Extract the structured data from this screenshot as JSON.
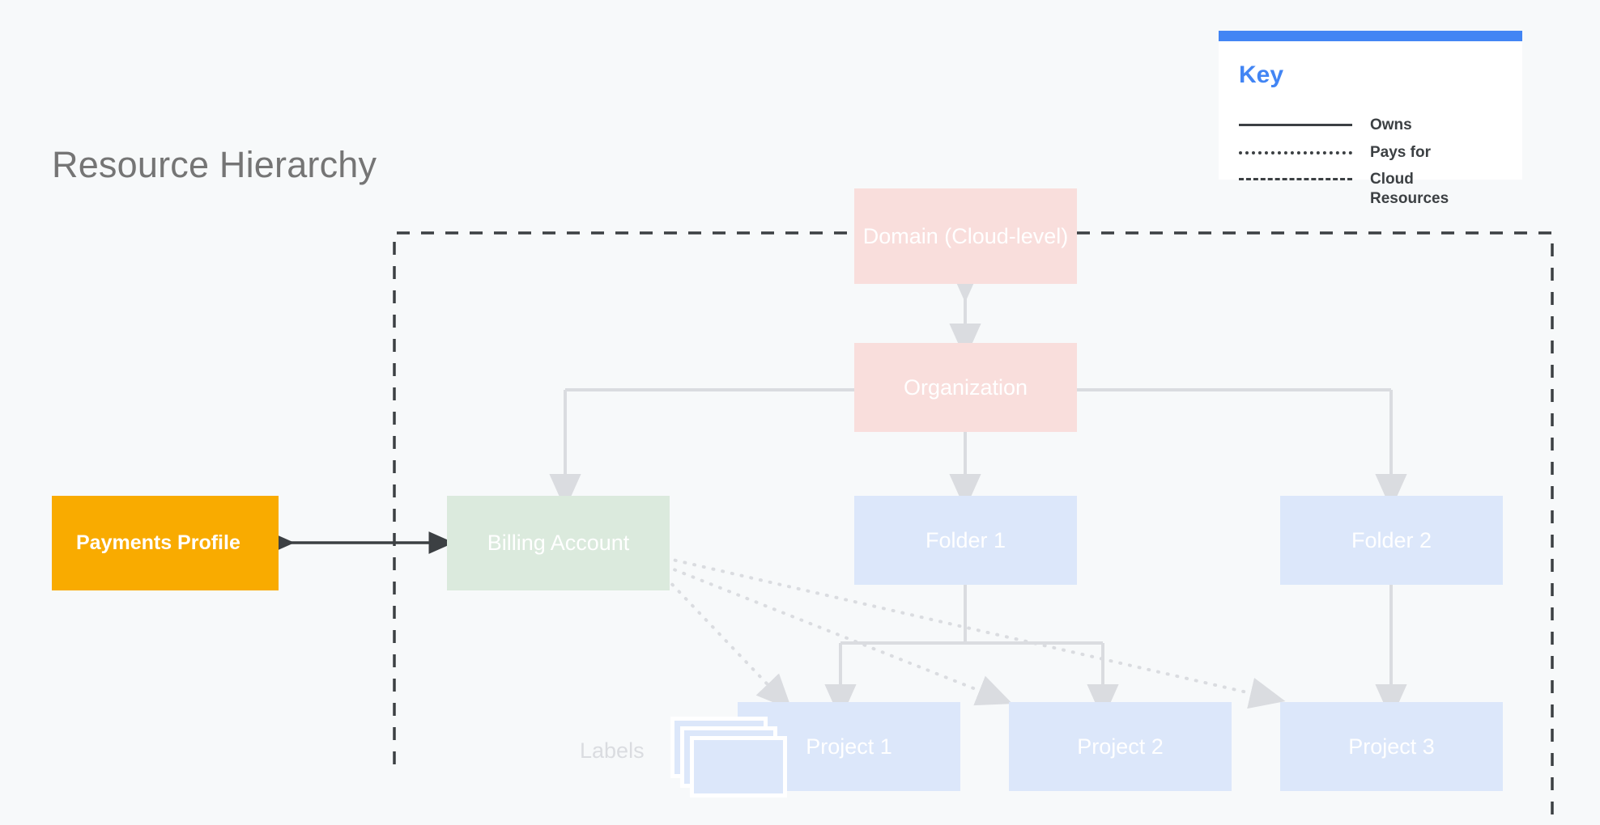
{
  "page": {
    "title": "Resource Hierarchy",
    "background_color": "#F7F9FA",
    "title_color": "#757575"
  },
  "key": {
    "heading": "Key",
    "accent_color": "#4285F4",
    "rows": [
      {
        "style": "solid",
        "label": "Owns"
      },
      {
        "style": "dotted",
        "label": "Pays for"
      },
      {
        "style": "dashed",
        "label": "Cloud Resources"
      }
    ]
  },
  "nodes": {
    "payments_profile": {
      "label": "Payments Profile",
      "color": "#F9AB00"
    },
    "billing_account": {
      "label": "Billing Account",
      "color": "#DBEADD"
    },
    "domain": {
      "label": "Domain (Cloud-level)",
      "color": "#F9DEDC"
    },
    "organization": {
      "label": "Organization",
      "color": "#F9DEDC"
    },
    "folder_1": {
      "label": "Folder 1",
      "color": "#DCE7FA"
    },
    "folder_2": {
      "label": "Folder 2",
      "color": "#DCE7FA"
    },
    "project_1": {
      "label": "Project 1",
      "color": "#DCE7FA"
    },
    "project_2": {
      "label": "Project 2",
      "color": "#DCE7FA"
    },
    "project_3": {
      "label": "Project 3",
      "color": "#DCE7FA"
    },
    "labels": {
      "label": "Labels",
      "color": "#DCE7FA"
    }
  },
  "cloud_boundary": {
    "style": "dashed",
    "color": "#3C4043"
  }
}
